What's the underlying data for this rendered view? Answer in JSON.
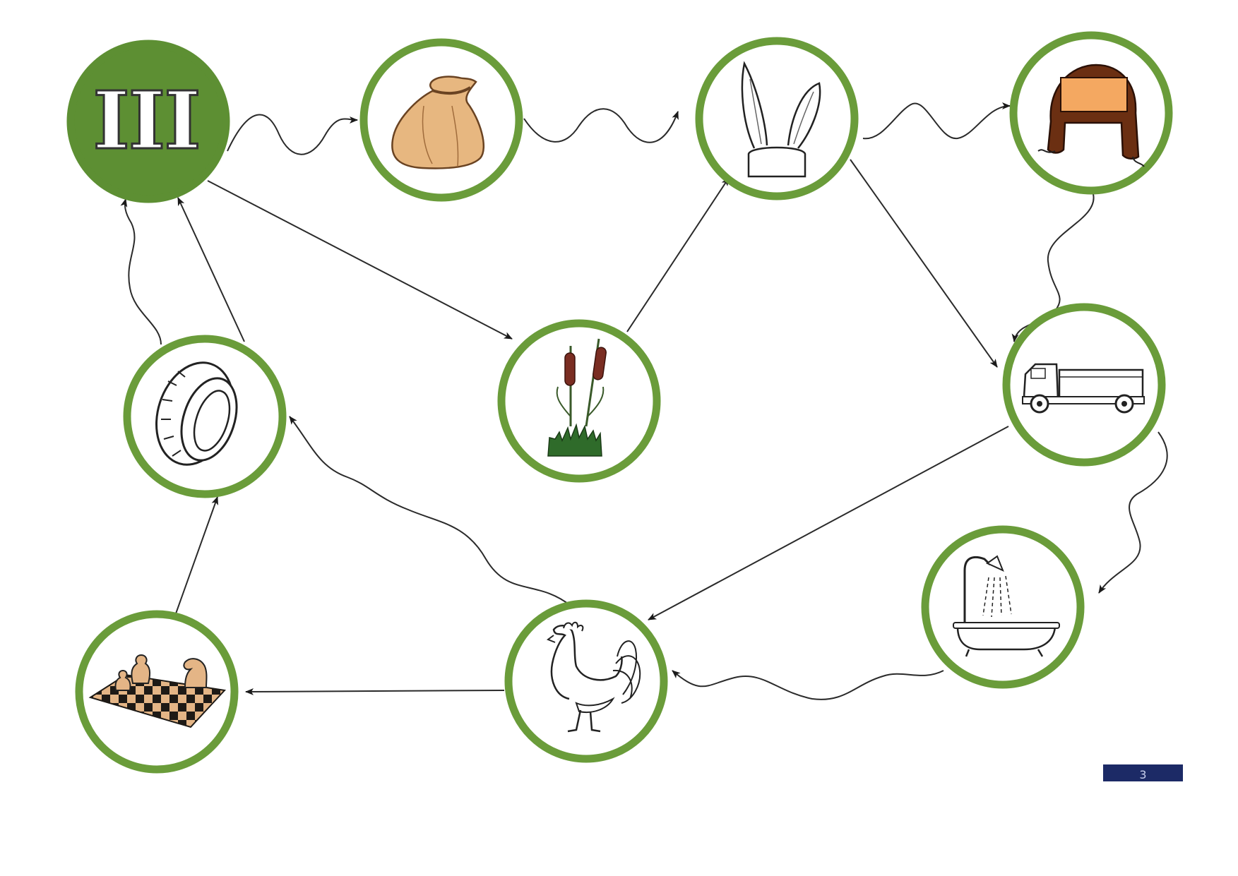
{
  "start_label": "III",
  "page_number": "3",
  "colors": {
    "ring": "#6a9c3a",
    "start_fill": "#5d8f33",
    "badge": "#1c2a66"
  },
  "nodes": [
    {
      "id": "start",
      "icon": "roman-three-label"
    },
    {
      "id": "sack",
      "icon": "sack-icon"
    },
    {
      "id": "bunny-ears",
      "icon": "bunny-ears-icon"
    },
    {
      "id": "fur-hat",
      "icon": "fur-hat-icon"
    },
    {
      "id": "cattails",
      "icon": "cattail-icon"
    },
    {
      "id": "truck",
      "icon": "truck-icon"
    },
    {
      "id": "tire",
      "icon": "tire-icon"
    },
    {
      "id": "bathtub",
      "icon": "bathtub-shower-icon"
    },
    {
      "id": "rooster",
      "icon": "rooster-icon"
    },
    {
      "id": "chessboard",
      "icon": "chessboard-icon"
    }
  ],
  "edges": [
    {
      "from": "start",
      "to": "sack",
      "style": "wavy"
    },
    {
      "from": "sack",
      "to": "bunny-ears",
      "style": "wavy"
    },
    {
      "from": "bunny-ears",
      "to": "fur-hat",
      "style": "wavy"
    },
    {
      "from": "fur-hat",
      "to": "truck",
      "style": "wavy"
    },
    {
      "from": "truck",
      "to": "bathtub",
      "style": "wavy"
    },
    {
      "from": "bathtub",
      "to": "rooster",
      "style": "wavy"
    },
    {
      "from": "rooster",
      "to": "tire",
      "style": "wavy"
    },
    {
      "from": "tire",
      "to": "start",
      "style": "wavy"
    },
    {
      "from": "start",
      "to": "cattails",
      "style": "straight"
    },
    {
      "from": "cattails",
      "to": "bunny-ears",
      "style": "straight"
    },
    {
      "from": "bunny-ears",
      "to": "truck",
      "style": "straight"
    },
    {
      "from": "truck",
      "to": "rooster",
      "style": "straight"
    },
    {
      "from": "rooster",
      "to": "chessboard",
      "style": "straight"
    },
    {
      "from": "chessboard",
      "to": "tire",
      "style": "straight"
    },
    {
      "from": "tire",
      "to": "start",
      "style": "straight"
    }
  ]
}
